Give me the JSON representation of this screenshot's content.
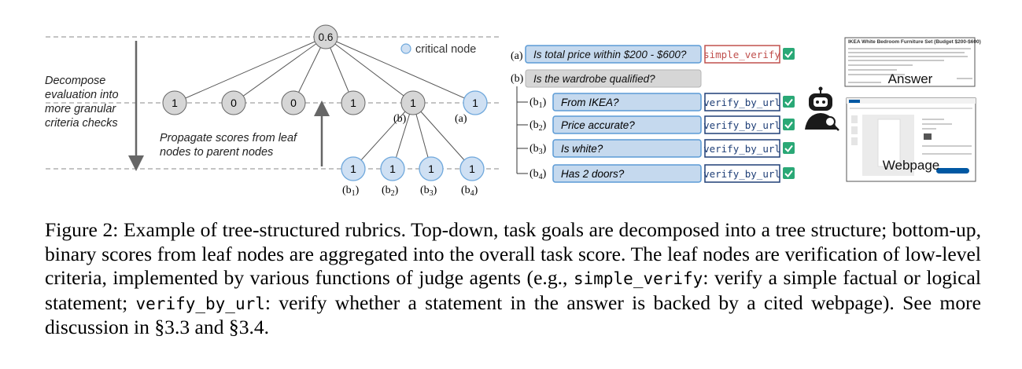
{
  "tree": {
    "root_score": "0.6",
    "legend": "critical node",
    "left_note": [
      "Decompose",
      "evaluation into",
      "more granular",
      "criteria checks"
    ],
    "mid_note": [
      "Propagate scores from leaf",
      "nodes to parent nodes"
    ],
    "level1_scores": [
      "1",
      "0",
      "0",
      "1",
      "1",
      "1"
    ],
    "level1_labels": [
      "(b)",
      "(a)"
    ],
    "leaf_scores": [
      "1",
      "1",
      "1",
      "1"
    ],
    "leaf_labels": [
      "(b",
      "(b",
      "(b",
      "(b"
    ],
    "leaf_subs": [
      "1",
      "2",
      "3",
      "4"
    ],
    "leaf_close": ")"
  },
  "rubric": {
    "items": [
      {
        "tag": "(a)",
        "question": "Is total price within $200 - $600?",
        "func": "simple_verify"
      },
      {
        "tag": "(b)",
        "question": "Is the wardrobe qualified?"
      },
      {
        "tag": "(b",
        "sub": "1",
        "question": "From IKEA?",
        "func": "verify_by_url"
      },
      {
        "tag": "(b",
        "sub": "2",
        "question": "Price accurate?",
        "func": "verify_by_url"
      },
      {
        "tag": "(b",
        "sub": "3",
        "question": "Is white?",
        "func": "verify_by_url"
      },
      {
        "tag": "(b",
        "sub": "4",
        "question": "Has 2 doors?",
        "func": "verify_by_url"
      }
    ],
    "tag_close": ")"
  },
  "answer_panel": {
    "title": "IKEA White Bedroom Furniture Set (Budget $200-$600)",
    "label": "Answer"
  },
  "webpage_panel": {
    "label": "Webpage"
  },
  "caption": {
    "p1": "Figure 2: Example of tree-structured rubrics. Top-down, task goals are decomposed into a tree structure; bottom-up, binary scores from leaf nodes are aggregated into the overall task score. The leaf nodes are verification of low-level criteria, implemented by various functions of judge agents (e.g., ",
    "code1": "simple_verify",
    "p2": ": verify a simple factual or logical statement; ",
    "code2": "verify_by_url",
    "p3": ": verify whether a statement in the answer is backed by a cited webpage). See more discussion in §3.3 and §3.4."
  },
  "colors": {
    "node_fill": "#d6d6d6",
    "critical_fill": "#cfe0f3",
    "critical_stroke": "#6fa8dc",
    "check_green": "#2aa876",
    "simple_verify": "#c0504d",
    "verify_url": "#1f3f77",
    "bar_fill": "#c5d9ee",
    "bar_stroke": "#5b9bd5"
  }
}
